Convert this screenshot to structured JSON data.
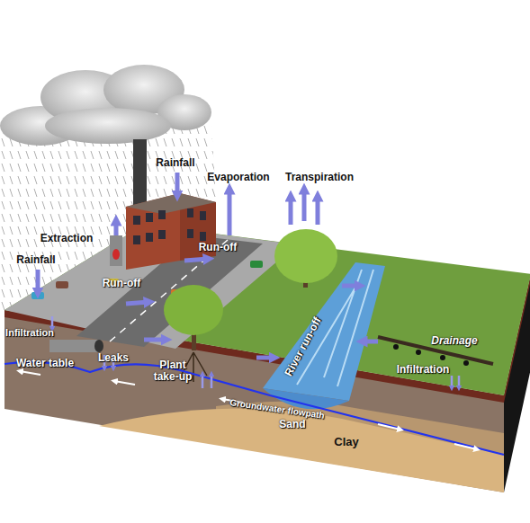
{
  "diagram": {
    "labels": [
      "Rainfall",
      "Evaporation",
      "Transpiration",
      "Extraction",
      "Rainfall",
      "Run-off",
      "Run-off",
      "Infiltration",
      "Drainage",
      "Water table",
      "Leaks",
      "Plant take-up",
      "River run-off",
      "Infiltration",
      "Groundwater flowpath",
      "Sand",
      "Clay"
    ]
  }
}
